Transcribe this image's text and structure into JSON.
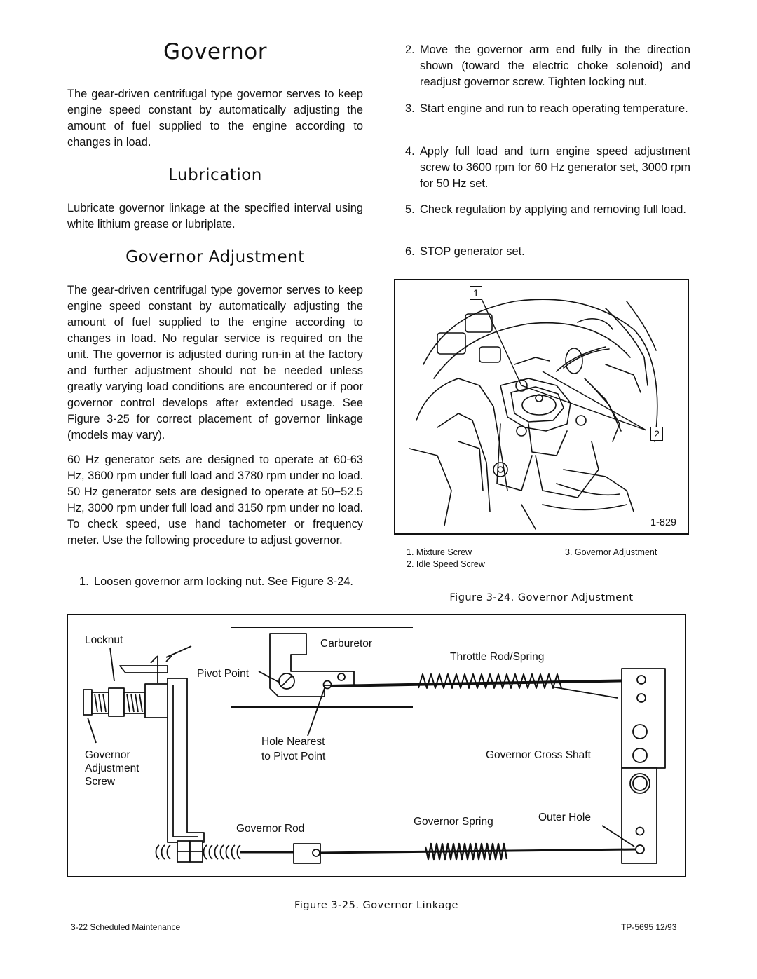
{
  "left": {
    "title": "Governor",
    "intro": "The gear-driven centrifugal type governor serves to keep engine speed constant by automatically adjusting the amount of fuel supplied to the engine according to changes in load.",
    "lubrication_heading": "Lubrication",
    "lubrication_text": "Lubricate governor linkage at the specified interval using white lithium grease or lubriplate.",
    "adjustment_heading": "Governor Adjustment",
    "adjustment_p1": "The gear-driven centrifugal type governor serves to keep engine speed constant by automatically adjusting the amount of fuel supplied to the engine according to changes in load. No regular service is required on the unit. The governor is adjusted during run-in at the factory and further adjustment should not be needed unless greatly varying load conditions are encountered or if poor governor control develops after extended usage. See Figure 3-25 for correct placement of governor linkage (models may vary).",
    "adjustment_p2": "60 Hz generator sets are designed to operate at 60-63 Hz, 3600 rpm under full load and 3780 rpm under no load. 50 Hz generator sets are designed to operate at 50−52.5 Hz, 3000 rpm under full load and 3150 rpm under no load. To check speed, use hand tachometer or frequency meter. Use the following procedure to adjust governor.",
    "step1_num": "1.",
    "step1": "Loosen governor arm locking nut. See Figure 3-24."
  },
  "right": {
    "steps": [
      {
        "num": "2.",
        "text": "Move the governor arm end fully in the direction shown (toward the electric choke solenoid) and readjust governor screw. Tighten locking nut."
      },
      {
        "num": "3.",
        "text": "Start engine and run to reach operating temperature."
      },
      {
        "num": "4.",
        "text": "Apply full load and turn engine speed adjustment screw to 3600 rpm for 60 Hz generator set, 3000 rpm for 50 Hz set."
      },
      {
        "num": "5.",
        "text": "Check regulation by applying and removing full load."
      },
      {
        "num": "6.",
        "text": "STOP generator set."
      }
    ]
  },
  "figure24": {
    "callout_1": "1",
    "callout_2": "2",
    "code": "1-829",
    "legend": [
      "1.  Mixture Screw",
      "2.  Idle Speed Screw",
      "3.  Governor Adjustment"
    ],
    "caption": "Figure 3-24. Governor Adjustment"
  },
  "figure25": {
    "labels": {
      "locknut": "Locknut",
      "pivot_point": "Pivot Point",
      "carburetor": "Carburetor",
      "throttle_rod": "Throttle Rod/Spring",
      "governor_adjustment_screw_1": "Governor",
      "governor_adjustment_screw_2": "Adjustment",
      "governor_adjustment_screw_3": "Screw",
      "hole_nearest_1": "Hole Nearest",
      "hole_nearest_2": "to Pivot Point",
      "cross_shaft": "Governor Cross Shaft",
      "governor_rod": "Governor Rod",
      "governor_spring": "Governor Spring",
      "outer_hole": "Outer Hole"
    },
    "caption": "Figure 3-25. Governor Linkage"
  },
  "footer": {
    "left": "3-22  Scheduled Maintenance",
    "right": "TP-5695  12/93"
  }
}
